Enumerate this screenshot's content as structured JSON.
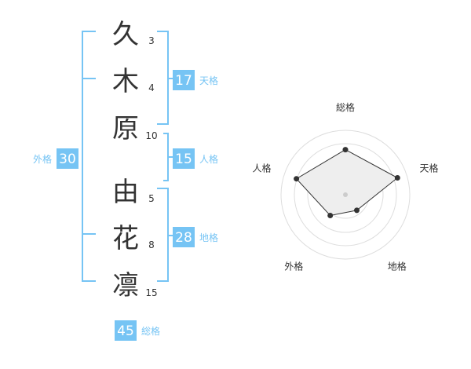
{
  "name": {
    "characters": [
      {
        "char": "久",
        "strokes": "3"
      },
      {
        "char": "木",
        "strokes": "4"
      },
      {
        "char": "原",
        "strokes": "10"
      },
      {
        "char": "由",
        "strokes": "5"
      },
      {
        "char": "花",
        "strokes": "8"
      },
      {
        "char": "凛",
        "strokes": "15"
      }
    ]
  },
  "fortunes": {
    "tenkaku": {
      "value": "17",
      "label": "天格"
    },
    "jinkaku": {
      "value": "15",
      "label": "人格"
    },
    "chikaku": {
      "value": "28",
      "label": "地格"
    },
    "gaikaku": {
      "value": "30",
      "label": "外格"
    },
    "soukaku": {
      "value": "45",
      "label": "総格"
    }
  },
  "radar": {
    "axes": [
      "総格",
      "天格",
      "地格",
      "外格",
      "人格"
    ],
    "scores": [
      0.7,
      0.85,
      0.3,
      0.4,
      0.8
    ],
    "max": 1
  },
  "colors": {
    "accent": "#76c4f4",
    "text": "#333333",
    "ring": "#dddddd",
    "radar_fill": "#eeeeee"
  }
}
